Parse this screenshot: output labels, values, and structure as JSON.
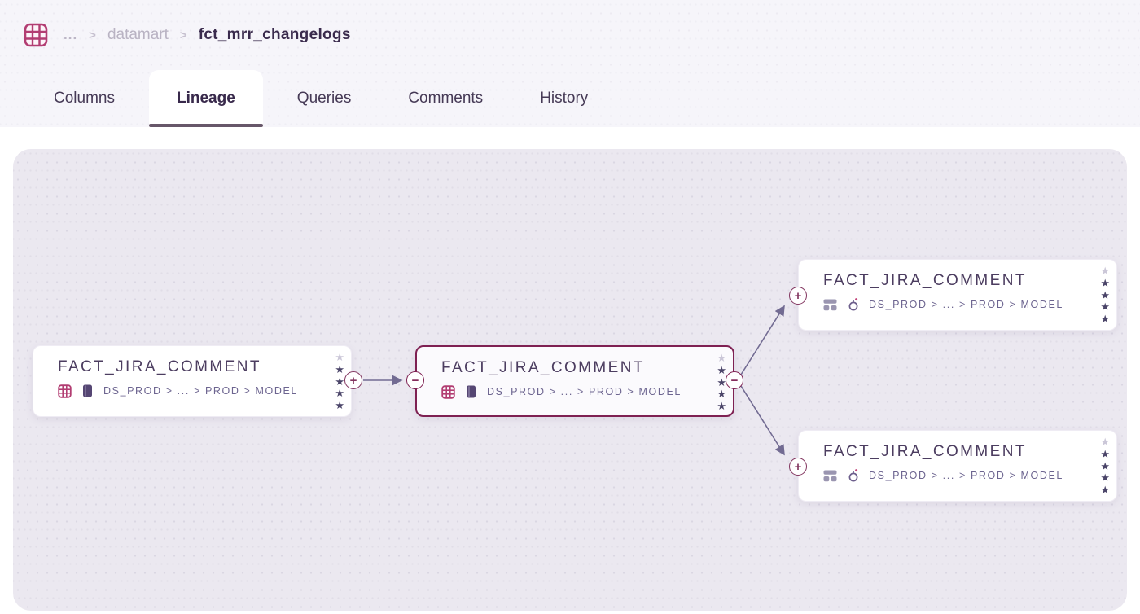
{
  "breadcrumb": {
    "ellipsis": "...",
    "separator": ">",
    "parent": "datamart",
    "current": "fct_mrr_changelogs"
  },
  "tabs": [
    {
      "label": "Columns",
      "active": false
    },
    {
      "label": "Lineage",
      "active": true
    },
    {
      "label": "Queries",
      "active": false
    },
    {
      "label": "Comments",
      "active": false
    },
    {
      "label": "History",
      "active": false
    }
  ],
  "lineage": {
    "star_glyph": "★",
    "plus_glyph": "+",
    "minus_glyph": "−",
    "nodes": [
      {
        "id": "upstream-table",
        "title": "FACT_JIRA_COMMENT",
        "path": "DS_PROD > ... > PROD > MODEL",
        "icons": [
          "table-grid-icon",
          "package-icon"
        ],
        "selected": false,
        "stars_filled": 4,
        "stars_total": 5
      },
      {
        "id": "selected-table",
        "title": "FACT_JIRA_COMMENT",
        "path": "DS_PROD > ... > PROD > MODEL",
        "icons": [
          "table-grid-icon",
          "package-icon"
        ],
        "selected": true,
        "stars_filled": 4,
        "stars_total": 5
      },
      {
        "id": "downstream-table-top",
        "title": "FACT_JIRA_COMMENT",
        "path": "DS_PROD > ... > PROD > MODEL",
        "icons": [
          "blocks-icon",
          "ring-icon"
        ],
        "selected": false,
        "stars_filled": 4,
        "stars_total": 5
      },
      {
        "id": "downstream-table-bottom",
        "title": "FACT_JIRA_COMMENT",
        "path": "DS_PROD > ... > PROD > MODEL",
        "icons": [
          "blocks-icon",
          "ring-icon"
        ],
        "selected": false,
        "stars_filled": 4,
        "stars_total": 5
      }
    ]
  },
  "colors": {
    "accent_magenta": "#b23d72",
    "selected_border": "#7e2052",
    "edge": "#726b92",
    "canvas_bg": "#ebe8f0",
    "star_filled": "#4b4569",
    "star_empty": "#cbc7d8",
    "tab_underline": "#675769"
  }
}
